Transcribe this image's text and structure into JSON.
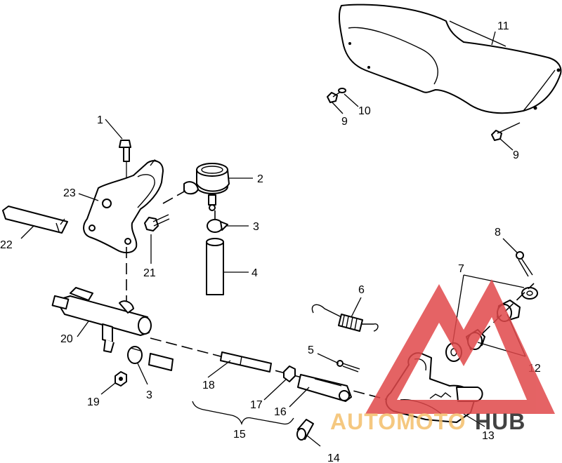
{
  "diagram": {
    "callouts": [
      "1",
      "2",
      "3",
      "3",
      "4",
      "5",
      "6",
      "7",
      "8",
      "9",
      "9",
      "10",
      "11",
      "12",
      "13",
      "14",
      "15",
      "16",
      "17",
      "18",
      "19",
      "20",
      "21",
      "22",
      "23"
    ]
  },
  "watermark": {
    "word_a": "AUTOMOTO",
    "word_b": "HUB",
    "color_red": "#e0484a",
    "color_gold": "#f4bf6a",
    "color_dark": "#222222"
  }
}
